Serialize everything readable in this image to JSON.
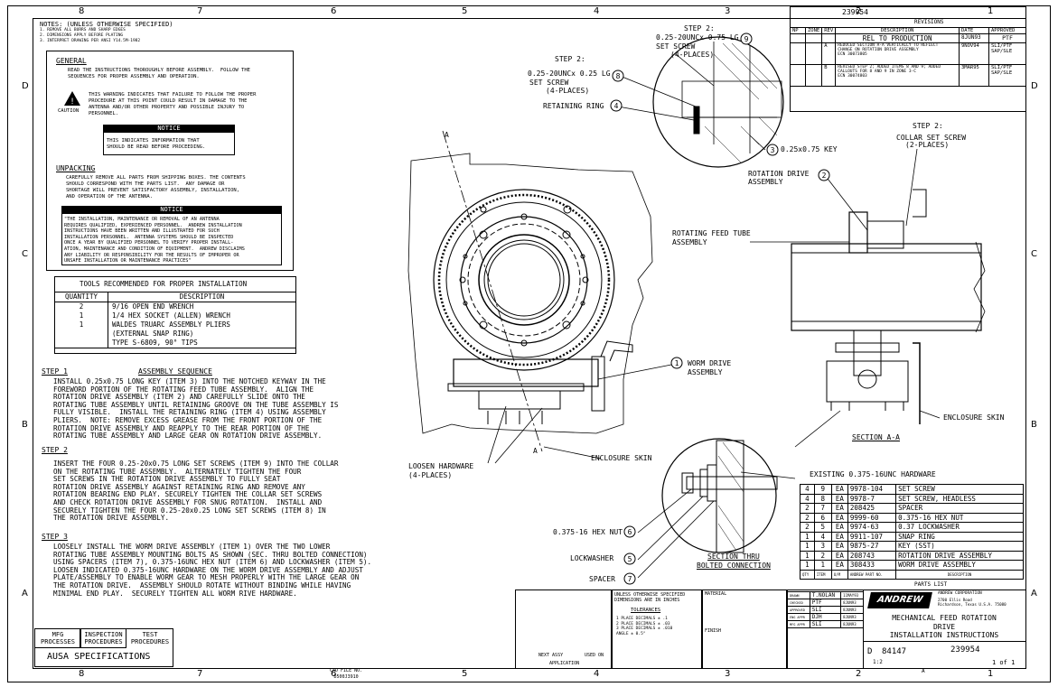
{
  "zones": {
    "top": [
      "8",
      "7",
      "6",
      "5",
      "4",
      "3",
      "2",
      "1"
    ],
    "bottom": [
      "8",
      "7",
      "6",
      "5",
      "4",
      "3",
      "2",
      "1"
    ],
    "left": [
      "D",
      "C",
      "B",
      "A"
    ],
    "right": [
      "D",
      "C",
      "B",
      "A"
    ]
  },
  "notes": {
    "title": "NOTES: (UNLESS OTHERWISE SPECIFIED)",
    "lines": [
      "1. REMOVE ALL BURRS AND SHARP EDGES",
      "2. DIMENSIONS APPLY BEFORE PLATING",
      "3. INTERPRET DRAWING PER ANSI Y14.5M-1982"
    ]
  },
  "general": {
    "heading": "GENERAL",
    "text": "READ THE INSTRUCTIONS THOROUGHLY BEFORE ASSEMBLY.  FOLLOW THE\nSEQUENCES FOR PROPER ASSEMBLY AND OPERATION.",
    "caution_label": "CAUTION",
    "caution_text": "THIS WARNING INDICATES THAT FAILURE TO FOLLOW THE PROPER\nPROCEDURE AT THIS POINT COULD RESULT IN DAMAGE TO THE\nANTENNA AND/OR OTHER PROPERTY AND POSSIBLE INJURY TO\nPERSONNEL.",
    "notice_label": "NOTICE",
    "notice_text": "THIS INDICATES INFORMATION THAT\nSHOULD BE READ BEFORE PROCEEDING."
  },
  "unpacking": {
    "heading": "UNPACKING",
    "text": "CAREFULLY REMOVE ALL PARTS FROM SHIPPING BOXES. THE CONTENTS\nSHOULD CORRESPOND WITH THE PARTS LIST.  ANY DAMAGE OR\nSHORTAGE WILL PREVENT SATISFACTORY ASSEMBLY, INSTALLATION,\nAND OPERATION OF THE ANTENNA.",
    "notice_label": "NOTICE",
    "notice_text": "\"THE INSTALLATION, MAINTENANCE OR REMOVAL OF AN ANTENNA\nREQUIRES QUALIFIED, EXPERIENCED PERSONNEL.  ANDREW INSTALLATION\nINSTRUCTIONS HAVE BEEN WRITTEN AND ILLUSTRATED FOR SUCH\nINSTALLATION PERSONNEL.  ANTENNA SYSTEMS SHOULD BE INSPECTED\nONCE A YEAR BY QUALIFIED PERSONNEL TO VERIFY PROPER INSTALL-\nATION, MAINTENANCE AND CONDITION OF EQUIPMENT.  ANDREW DISCLAIMS\nANY LIABILITY OR RESPONSIBILITY FOR THE RESULTS OF IMPROPER OR\nUNSAFE INSTALLATION OR MAINTENANCE PRACTICES\""
  },
  "tools": {
    "title": "TOOLS RECOMMENDED FOR PROPER INSTALLATION",
    "headers": [
      "QUANTITY",
      "DESCRIPTION"
    ],
    "rows": [
      [
        "2",
        "9/16 OPEN END WRENCH"
      ],
      [
        "1",
        "1/4 HEX SOCKET (ALLEN) WRENCH"
      ],
      [
        "1",
        "WALDES TRUARC ASSEMBLY PLIERS"
      ],
      [
        "",
        "(EXTERNAL SNAP RING)"
      ],
      [
        "",
        "TYPE S-6809, 90° TIPS"
      ]
    ]
  },
  "steps": [
    {
      "label": "STEP 1",
      "title": "ASSEMBLY SEQUENCE",
      "text": "INSTALL 0.25x0.75 LONG KEY (ITEM 3) INTO THE NOTCHED KEYWAY IN THE\nFOREWORD PORTION OF THE ROTATING FEED TUBE ASSEMBLY.  ALIGN THE\nROTATION DRIVE ASSEMBLY (ITEM 2) AND CAREFULLY SLIDE ONTO THE\nROTATING TUBE ASSEMBLY UNTIL RETAINING GROOVE ON THE TUBE ASSEMBLY IS\nFULLY VISIBLE.  INSTALL THE RETAINING RING (ITEM 4) USING ASSEMBLY\nPLIERS.  NOTE: REMOVE EXCESS GREASE FROM THE FRONT PORTION OF THE\nROTATION DRIVE ASSEMBLY AND REAPPLY TO THE REAR PORTION OF THE\nROTATING TUBE ASSEMBLY AND LARGE GEAR ON ROTATION DRIVE ASSEMBLY."
    },
    {
      "label": "STEP 2",
      "title": "",
      "text": "INSERT THE FOUR 0.25-20x0.75 LONG SET SCREWS (ITEM 9) INTO THE COLLAR\nON THE ROTATING TUBE ASSEMBLY.  ALTERNATELY TIGHTEN THE FOUR\nSET SCREWS IN THE ROTATION DRIVE ASSEMBLY TO FULLY SEAT\nROTATION DRIVE ASSEMBLY AGAINST RETAINING RING AND REMOVE ANY\nROTATION BEARING END PLAY. SECURELY TIGHTEN THE COLLAR SET SCREWS\nAND CHECK ROTATION DRIVE ASSEMBLY FOR SNUG ROTATION.  INSTALL AND\nSECURELY TIGHTEN THE FOUR 0.25-20x0.25 LONG SET SCREWS (ITEM 8) IN\nTHE ROTATION DRIVE ASSEMBLY."
    },
    {
      "label": "STEP 3",
      "title": "",
      "text": "LOOSELY INSTALL THE WORM DRIVE ASSEMBLY (ITEM 1) OVER THE TWO LOWER\nROTATING TUBE ASSEMBLY MOUNTING BOLTS AS SHOWN (SEC. THRU BOLTED CONNECTION)\nUSING SPACERS (ITEM 7), 0.375-16UNC HEX NUT (ITEM 6) AND LOCKWASHER (ITEM 5).\nLOOSEN INDICATED 0.375-16UNC HARDWARE ON THE WORM DRIVE ASSEMBLY AND ADJUST\nPLATE/ASSEMBLY TO ENABLE WORM GEAR TO MESH PROPERLY WITH THE LARGE GEAR ON\nTHE ROTATION DRIVE.  ASSEMBLY SHOULD ROTATE WITHOUT BINDING WHILE HAVING\nMINIMAL END PLAY.  SECURELY TIGHTEN ALL WORM RIVE HARDWARE."
    }
  ],
  "callouts": {
    "step2_a": "STEP 2:",
    "screw_9": "0.25-20UNCx 0.75 LG",
    "set_screw_a": "SET SCREW",
    "places_a": "(4-PLACES)",
    "step2_b": "STEP 2:",
    "screw_8": "0.25-20UNCx 0.25 LG",
    "set_screw_b": "SET SCREW",
    "places_b": "(4-PLACES)",
    "retaining_ring": "RETAINING RING",
    "key": "0.25x0.75 KEY",
    "rotation_drive": "ROTATION DRIVE\nASSEMBLY",
    "step2_c": "STEP 2:",
    "collar_set_screw": "COLLAR SET SCREW",
    "places_c": "(2-PLACES)",
    "rotating_feed_tube": "ROTATING FEED TUBE\nASSEMBLY",
    "worm_drive": "WORM DRIVE\nASSEMBLY",
    "enclosure_skin_a": "ENCLOSURE SKIN",
    "enclosure_skin_b": "ENCLOSURE SKIN",
    "section_aa": "SECTION A-A",
    "loosen_hardware": "LOOSEN HARDWARE\n(4-PLACES)",
    "existing_hw": "EXISTING 0.375-16UNC HARDWARE",
    "hex_nut": "0.375-16 HEX NUT",
    "lockwasher": "LOCKWASHER",
    "spacer": "SPACER",
    "section_thru": "SECTION THRU\nBOLTED CONNECTION",
    "sec_a": "A",
    "balloons": [
      "9",
      "8",
      "4",
      "3",
      "2",
      "1",
      "6",
      "5",
      "7"
    ]
  },
  "parts_list": {
    "rows": [
      [
        "4",
        "9",
        "EA",
        "9978-104",
        "SET SCREW"
      ],
      [
        "4",
        "8",
        "EA",
        "9978-7",
        "SET SCREW, HEADLESS"
      ],
      [
        "2",
        "7",
        "EA",
        "208425",
        "SPACER"
      ],
      [
        "2",
        "6",
        "EA",
        "9999-60",
        "0.375-16 HEX NUT"
      ],
      [
        "2",
        "5",
        "EA",
        "9974-63",
        "0.37 LOCKWASHER"
      ],
      [
        "1",
        "4",
        "EA",
        "9911-107",
        "SNAP RING"
      ],
      [
        "1",
        "3",
        "EA",
        "9875-27",
        "KEY (SST)"
      ],
      [
        "1",
        "2",
        "EA",
        "208743",
        "ROTATION DRIVE ASSEMBLY"
      ],
      [
        "1",
        "1",
        "EA",
        "308433",
        "WORM DRIVE ASSEMBLY"
      ]
    ],
    "footer": [
      "QTY",
      "ITEM",
      "U/M",
      "ANDREW PART NO.",
      "DESCRIPTION"
    ],
    "title": "PARTS LIST"
  },
  "revisions": {
    "doc_no_top": "239954",
    "title": "REVISIONS",
    "headers": [
      "NP",
      "ZONE",
      "REV",
      "DESCRIPTION",
      "DATE",
      "APPROVED"
    ],
    "rows": [
      [
        "",
        "",
        "",
        "REL TO PRODUCTION",
        "8JUN93",
        "PTF"
      ],
      [
        "",
        "",
        "A",
        "REDUCED SECTION A-A VERTICALLY TO REFLECT\nCHANGE ON ROTATION DRIVE ASSEMBLY\nECN 30073805",
        "9NOV94",
        "SLI/PTF\nSAP/SLE"
      ],
      [
        "",
        "",
        "B",
        "REVISED STEP 2; ADDED ITEMS 8 AND 9; ADDED\nCALLOUTS FOR 8 AND 9 IN ZONE 3-C\nECN 30074803",
        "3MAR95",
        "SLI/PTF\nSAP/SLE"
      ]
    ]
  },
  "title_block": {
    "tolerances": "TOLERANCES",
    "unless": "UNLESS OTHERWISE SPECIFIED\nDIMENSIONS ARE IN INCHES",
    "tol_lines": "1 PLACE DECIMALS ± .1\n2 PLACE DECIMALS ± .03\n3 PLACE DECIMALS ± .010\nANGLE ± 0.5°",
    "material": "MATERIAL",
    "finish": "FINISH",
    "next_assy": "NEXT ASSY",
    "used_on": "USED ON",
    "application": "APPLICATION",
    "company": "ANDREW CORPORATION",
    "company_addr": "2700 Ellis Road\nRichardson, Texas U.S.A. 75080",
    "logo": "ANDREW",
    "drawing_title": "MECHANICAL FEED ROTATION\nDRIVE\nINSTALLATION INSTRUCTIONS",
    "sig_names": [
      "T.NOLAN",
      "PTF",
      "SLI",
      "DJH",
      "SLI"
    ],
    "sig_dates": [
      "11MAY93",
      "8JUN93",
      "8JUN93",
      "8JUN93",
      "8JUN93"
    ],
    "sig_roles": [
      "DRAWN",
      "CHECKED",
      "APPROVED",
      "ENG APPR",
      "MFG APPR"
    ],
    "size": "D",
    "cage": "84147",
    "dwg_no": "239954",
    "scale": "1:2",
    "sheet": "1 of 1",
    "rev": "A",
    "file_no": "CAD FILE NO.\nD500J3910",
    "qa_block": [
      "MFG\nPROCESSES",
      "INSPECTION\nPROCEDURES",
      "TEST\nPROCEDURES"
    ],
    "ausa": "AUSA SPECIFICATIONS"
  }
}
